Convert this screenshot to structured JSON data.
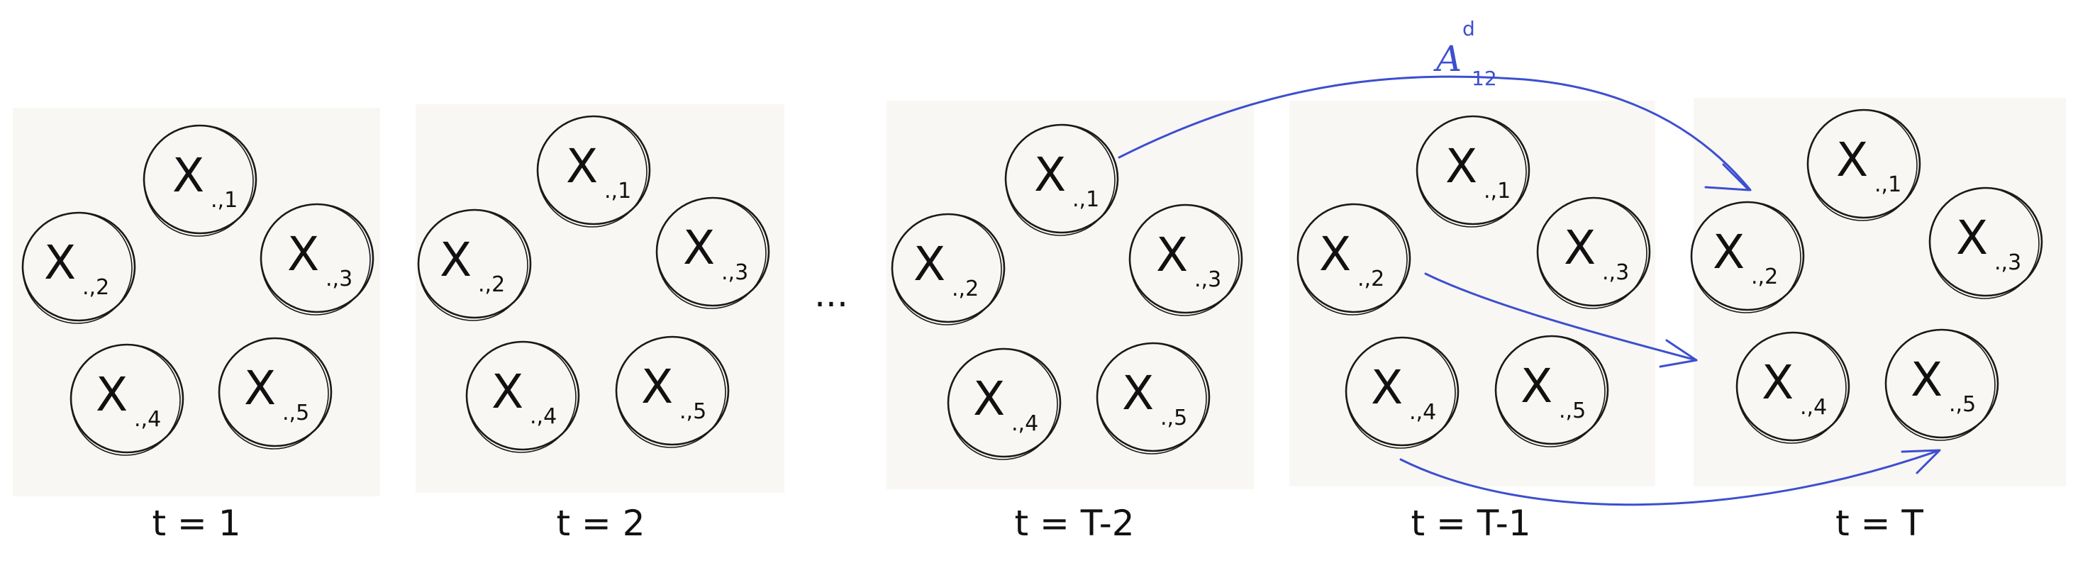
{
  "panels": [
    {
      "time_label": "t = 1",
      "nodes": [
        {
          "var": "X",
          "sub": ".,1"
        },
        {
          "var": "X",
          "sub": ".,2"
        },
        {
          "var": "X",
          "sub": ".,3"
        },
        {
          "var": "X",
          "sub": ".,4"
        },
        {
          "var": "X",
          "sub": ".,5"
        }
      ]
    },
    {
      "time_label": "t = 2",
      "nodes": [
        {
          "var": "X",
          "sub": ".,1"
        },
        {
          "var": "X",
          "sub": ".,2"
        },
        {
          "var": "X",
          "sub": ".,3"
        },
        {
          "var": "X",
          "sub": ".,4"
        },
        {
          "var": "X",
          "sub": ".,5"
        }
      ]
    },
    {
      "time_label": "t = T-2",
      "nodes": [
        {
          "var": "X",
          "sub": ".,1"
        },
        {
          "var": "X",
          "sub": ".,2"
        },
        {
          "var": "X",
          "sub": ".,3"
        },
        {
          "var": "X",
          "sub": ".,4"
        },
        {
          "var": "X",
          "sub": ".,5"
        }
      ]
    },
    {
      "time_label": "t = T-1",
      "nodes": [
        {
          "var": "X",
          "sub": ".,1"
        },
        {
          "var": "X",
          "sub": ".,2"
        },
        {
          "var": "X",
          "sub": ".,3"
        },
        {
          "var": "X",
          "sub": ".,4"
        },
        {
          "var": "X",
          "sub": ".,5"
        }
      ]
    },
    {
      "time_label": "t = T",
      "nodes": [
        {
          "var": "X",
          "sub": ".,1"
        },
        {
          "var": "X",
          "sub": ".,2"
        },
        {
          "var": "X",
          "sub": ".,3"
        },
        {
          "var": "X",
          "sub": ".,4"
        },
        {
          "var": "X",
          "sub": ".,5"
        }
      ]
    }
  ],
  "ellipsis": "...",
  "edge_label": {
    "main": "A",
    "superscript": "d",
    "subscript": "12"
  },
  "colors": {
    "edge": "#3d4fcf",
    "panel_background": "#f8f7f4",
    "ink": "#111111"
  }
}
